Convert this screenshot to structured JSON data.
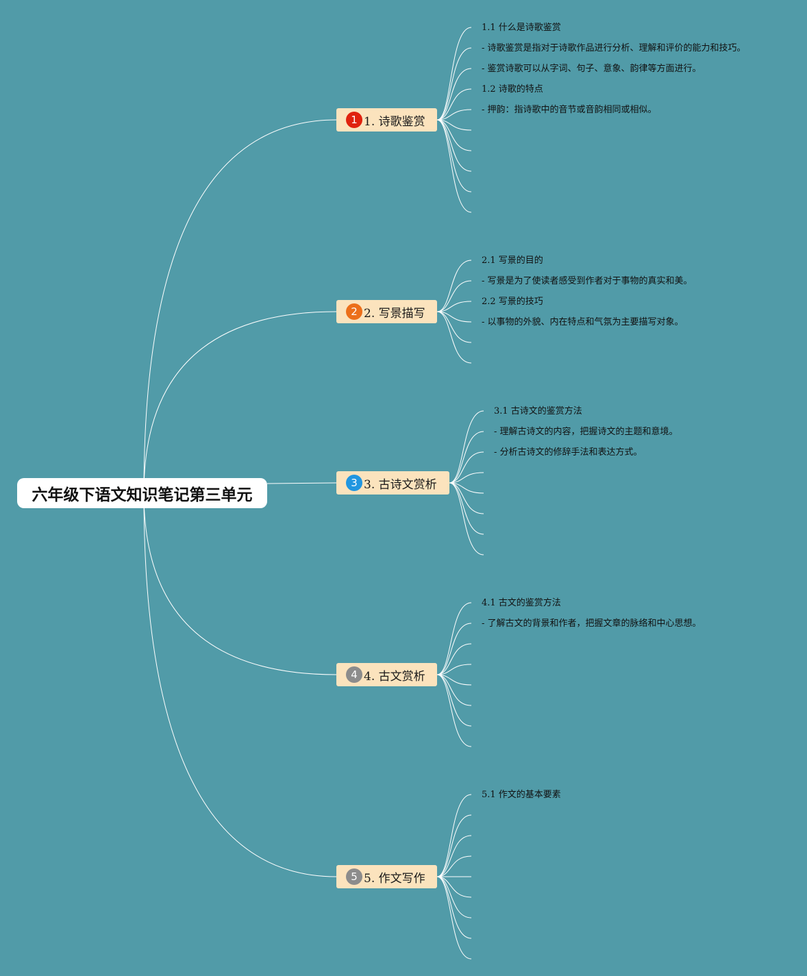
{
  "colors": {
    "background": "#519ba8",
    "line": "#ffffff",
    "branch_fill": "#fbe3bd",
    "root_fill": "#ffffff"
  },
  "root": {
    "title": "六年级下语文知识笔记第三单元"
  },
  "branches": [
    {
      "badge": "1",
      "badge_color": "#e0220e",
      "label": "1. 诗歌鉴赏",
      "leaves": [
        "1.1 什么是诗歌鉴赏",
        "- 诗歌鉴赏是指对于诗歌作品进行分析、理解和评价的能力和技巧。",
        "- 鉴赏诗歌可以从字词、句子、意象、韵律等方面进行。",
        "1.2 诗歌的特点",
        "- 押韵：指诗歌中的音节或音韵相同或相似。",
        "",
        "",
        "",
        "",
        ""
      ]
    },
    {
      "badge": "2",
      "badge_color": "#ec6f1a",
      "label": "2. 写景描写",
      "leaves": [
        "2.1 写景的目的",
        "- 写景是为了使读者感受到作者对于事物的真实和美。",
        "2.2 写景的技巧",
        "- 以事物的外貌、内在特点和气氛为主要描写对象。",
        "",
        ""
      ]
    },
    {
      "badge": "3",
      "badge_color": "#2196e0",
      "label": "3. 古诗文赏析",
      "leaves": [
        "3.1 古诗文的鉴赏方法",
        "- 理解古诗文的内容，把握诗文的主题和意境。",
        "- 分析古诗文的修辞手法和表达方式。",
        "",
        "",
        "",
        "",
        ""
      ]
    },
    {
      "badge": "4",
      "badge_color": "#8c8c8c",
      "label": "4. 古文赏析",
      "leaves": [
        "4.1 古文的鉴赏方法",
        "- 了解古文的背景和作者，把握文章的脉络和中心思想。",
        "",
        "",
        "",
        "",
        "",
        ""
      ]
    },
    {
      "badge": "5",
      "badge_color": "#8c8c8c",
      "label": "5. 作文写作",
      "leaves": [
        "5.1 作文的基本要素",
        "",
        "",
        "",
        "",
        "",
        "",
        "",
        ""
      ]
    }
  ]
}
